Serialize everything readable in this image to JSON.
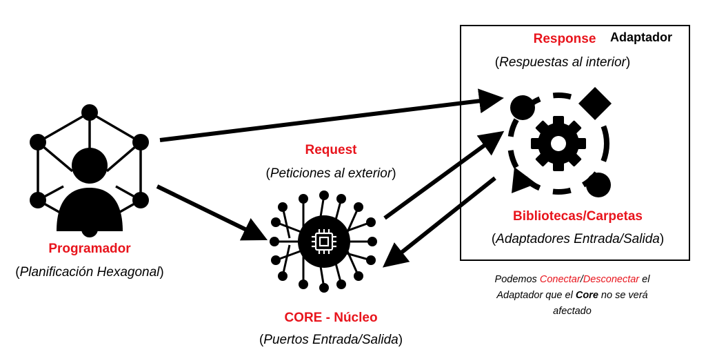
{
  "adapter_box": {
    "title": "Adaptador"
  },
  "response": {
    "title": "Response",
    "subtitle": "Respuestas al interior"
  },
  "request": {
    "title": "Request",
    "subtitle": "Peticiones al exterior"
  },
  "programmer": {
    "title": "Programador",
    "subtitle": "Planificación Hexagonal"
  },
  "core": {
    "title": "CORE - Núcleo",
    "subtitle": "Puertos Entrada/Salida"
  },
  "libraries": {
    "title": "Bibliotecas/Carpetas",
    "subtitle": "Adaptadores Entrada/Salida"
  },
  "note": {
    "line1_prefix": "Podemos ",
    "line1_connect": "Conectar",
    "line1_sep": "/",
    "line1_disconnect": "Desconectar",
    "line1_suffix": " el",
    "line2_prefix": "Adaptador que el ",
    "line2_core": "Core",
    "line2_suffix": " no se verá",
    "line3": "afectado"
  },
  "colors": {
    "accent": "#e8141c",
    "ink": "#000000"
  },
  "icons": {
    "programmer": "person-network-icon",
    "core": "microchip-network-icon",
    "adapter": "gear-shapes-cycle-icon"
  }
}
